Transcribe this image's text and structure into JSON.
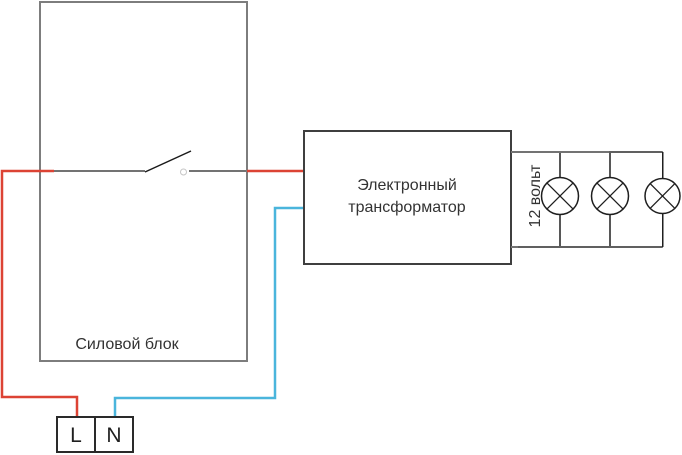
{
  "power_block": {
    "label": "Силовой блок"
  },
  "transformer": {
    "label_line1": "Электронный",
    "label_line2": "трансформатор"
  },
  "lamp_group": {
    "voltage_label": "12 вольт",
    "lamp_count": 3
  },
  "terminals": {
    "live_label": "L",
    "neutral_label": "N"
  },
  "colors": {
    "live_wire": "#dc4334",
    "neutral_wire": "#4ab5dc",
    "gray_wire": "#737373",
    "block_border": "#7d7d7d",
    "transformer_border": "#3f3f3f",
    "dark_line": "#2b2b2b"
  }
}
